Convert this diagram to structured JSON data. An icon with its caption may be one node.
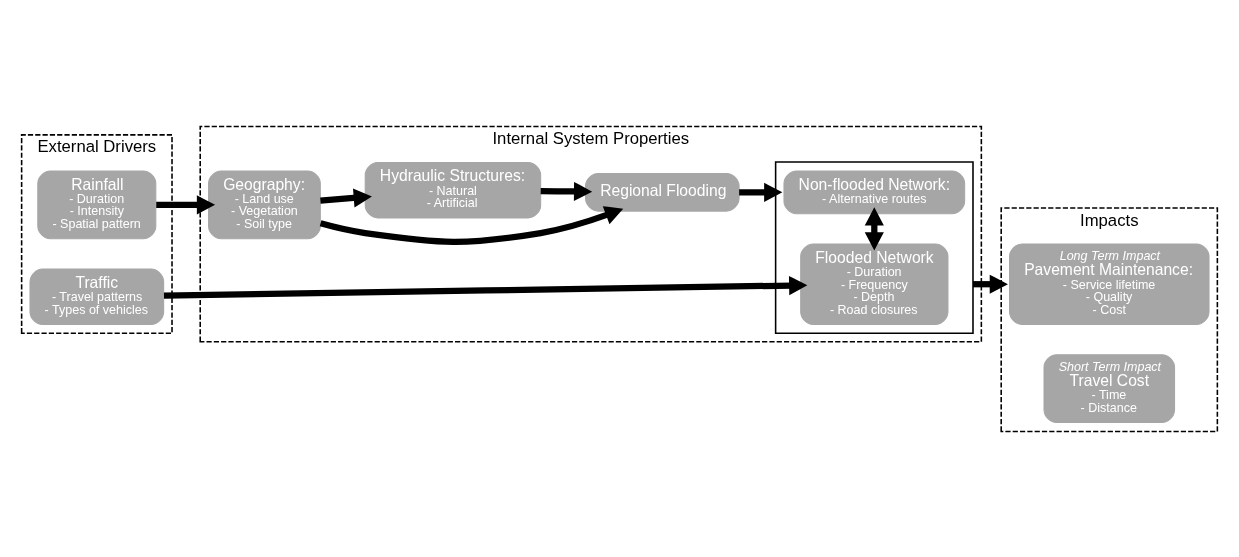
{
  "diagram": {
    "nodes": [
      {
        "text": [
          "External Drivers"
        ]
      },
      {
        "text": [
          "Rainfall",
          "- Duration",
          "- Intensity",
          "- Spatial pattern"
        ],
        "in": 0
      },
      {
        "text": [
          "Traffic",
          "- Travel patterns",
          "- Types of vehicles"
        ],
        "in": 0
      },
      {
        "text": [
          "Internal System Properties"
        ]
      },
      {
        "text": [
          "Geography:",
          "- Land use",
          "- Vegetation",
          "- Soil type"
        ],
        "in": 3
      },
      {
        "text": [
          "Hydraulic Structures:",
          "- Natural",
          "- Artificial"
        ],
        "in": 3
      },
      {
        "text": [
          "Regional Flooding"
        ],
        "in": 3
      },
      {
        "text": [],
        "shape": "box",
        "in": 3
      },
      {
        "text": [
          "Non-flooded Network:",
          "- Alternative routes"
        ],
        "in": 7
      },
      {
        "text": [
          "Flooded Network",
          "- Duration",
          "- Frequency",
          "- Depth",
          "- Road closures"
        ],
        "in": 7
      },
      {
        "text": [
          "Impacts"
        ]
      },
      {
        "text": [
          "Long Term Impact",
          "Pavement Maintenance:",
          "- Service lifetime",
          "- Quality",
          "- Cost"
        ],
        "in": 10
      },
      {
        "text": [
          "Short Term Impact",
          "Travel Cost",
          "- Time",
          "- Distance"
        ],
        "in": 10
      }
    ],
    "edges": [
      {
        "from": 1,
        "to": 4,
        "arrow": "to"
      },
      {
        "from": 4,
        "to": 6,
        "arrow": "to"
      },
      {
        "from": 4,
        "to": 5,
        "arrow": "to"
      },
      {
        "from": 5,
        "to": 6,
        "arrow": "to"
      },
      {
        "from": 6,
        "to": 7,
        "arrow": "to"
      },
      {
        "from": 8,
        "to": 9,
        "arrow": "both"
      },
      {
        "from": 7,
        "to": 10,
        "arrow": "to"
      },
      {
        "from": 2,
        "to": 9,
        "arrow": "to"
      }
    ]
  }
}
